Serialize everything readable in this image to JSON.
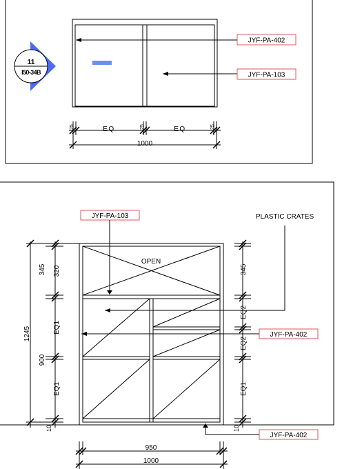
{
  "colors": {
    "line": "#000000",
    "tag_border": "#e0565b",
    "marker": "#4c6cf5",
    "marker_rect": "#6f8cf2"
  },
  "top_view": {
    "marker": {
      "number": "11",
      "sheet": "I50-34B"
    },
    "tags": {
      "upper": "JYF-PA-402",
      "lower": "JYF-PA-103"
    },
    "dims": {
      "eq_left": "EQ",
      "eq_right": "EQ",
      "overall": "1000",
      "joint_left": "25",
      "joint_mid": "25",
      "joint_right": "25"
    }
  },
  "elevation": {
    "tags": {
      "top": "JYF-PA-103",
      "middle": "JYF-PA-402",
      "bottom": "JYF-PA-402"
    },
    "note": "PLASTIC CRATES",
    "open_label": "OPEN",
    "left_dims": {
      "overall": "1245",
      "upper": "345",
      "upper_inner": "320",
      "lower": "900",
      "eq1_upper": "EQ1",
      "eq1_lower": "EQ1",
      "base": "10"
    },
    "right_dims": {
      "upper": "345",
      "eq2_upper": "EQ2",
      "eq2_lower": "EQ2",
      "eq1": "EQ1",
      "base": "10"
    },
    "bottom_dims": {
      "inner": "950",
      "overall": "1000"
    }
  }
}
